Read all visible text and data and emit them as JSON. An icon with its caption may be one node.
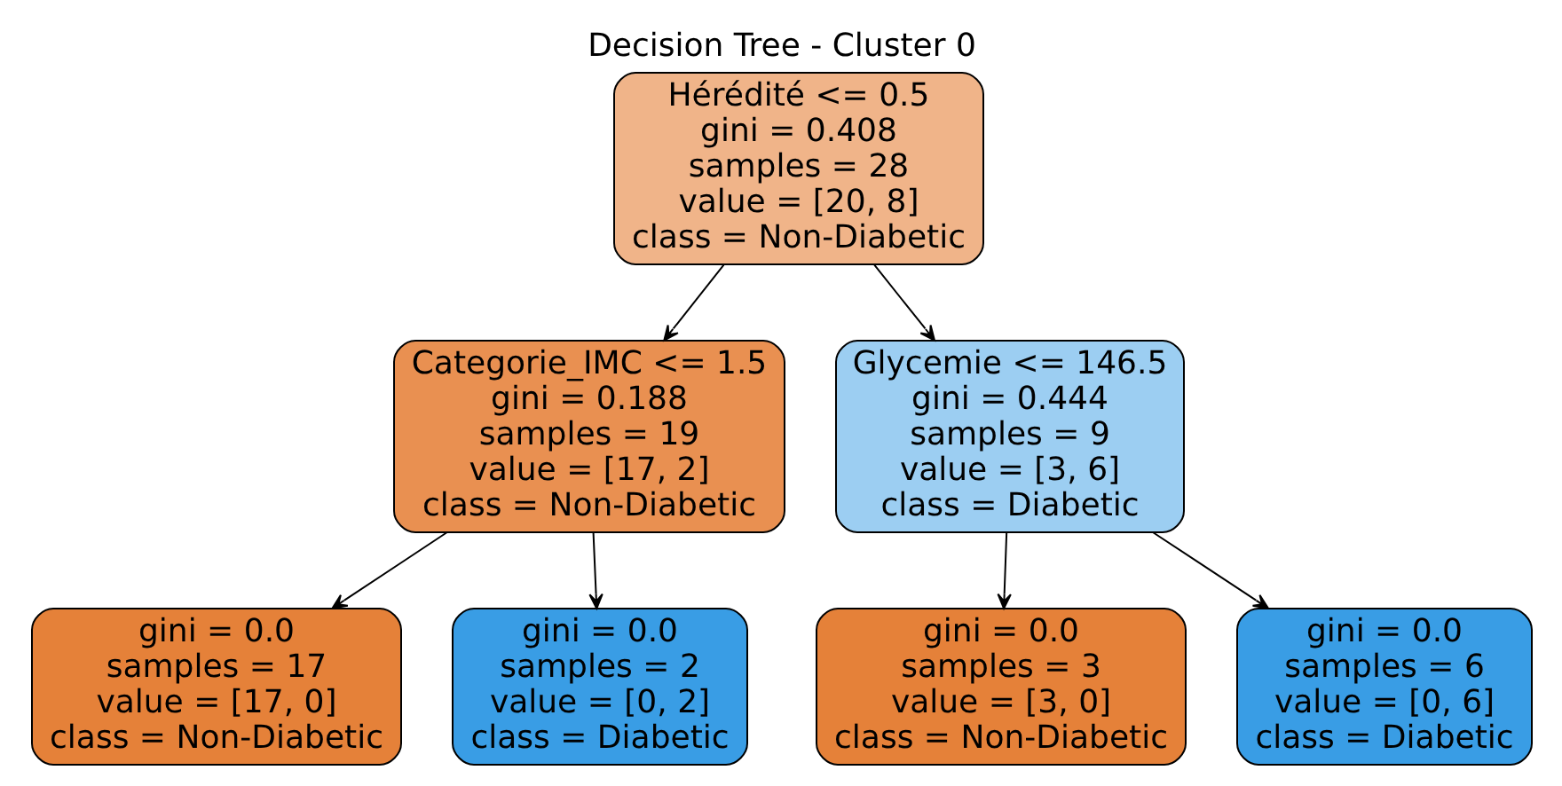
{
  "diagram": {
    "title": "Decision Tree - Cluster 0",
    "nodes": [
      {
        "text": [
          "Hérédité <= 0.5",
          "gini = 0.408",
          "samples = 28",
          "value = [20, 8]",
          "class = Non-Diabetic"
        ]
      },
      {
        "text": [
          "Categorie_IMC <= 1.5",
          "gini = 0.188",
          "samples = 19",
          "value = [17, 2]",
          "class = Non-Diabetic"
        ]
      },
      {
        "text": [
          "Glycemie <= 146.5",
          "gini = 0.444",
          "samples = 9",
          "value = [3, 6]",
          "class = Diabetic"
        ]
      },
      {
        "text": [
          "gini = 0.0",
          "samples = 17",
          "value = [17, 0]",
          "class = Non-Diabetic"
        ]
      },
      {
        "text": [
          "gini = 0.0",
          "samples = 2",
          "value = [0, 2]",
          "class = Diabetic"
        ]
      },
      {
        "text": [
          "gini = 0.0",
          "samples = 3",
          "value = [3, 0]",
          "class = Non-Diabetic"
        ]
      },
      {
        "text": [
          "gini = 0.0",
          "samples = 6",
          "value = [0, 6]",
          "class = Diabetic"
        ]
      }
    ],
    "edges": [
      {
        "from": 0,
        "to": 1,
        "arrow": "to"
      },
      {
        "from": 0,
        "to": 2,
        "arrow": "to"
      },
      {
        "from": 1,
        "to": 3,
        "arrow": "to"
      },
      {
        "from": 1,
        "to": 4,
        "arrow": "to"
      },
      {
        "from": 2,
        "to": 5,
        "arrow": "to"
      },
      {
        "from": 2,
        "to": 6,
        "arrow": "to"
      }
    ]
  }
}
